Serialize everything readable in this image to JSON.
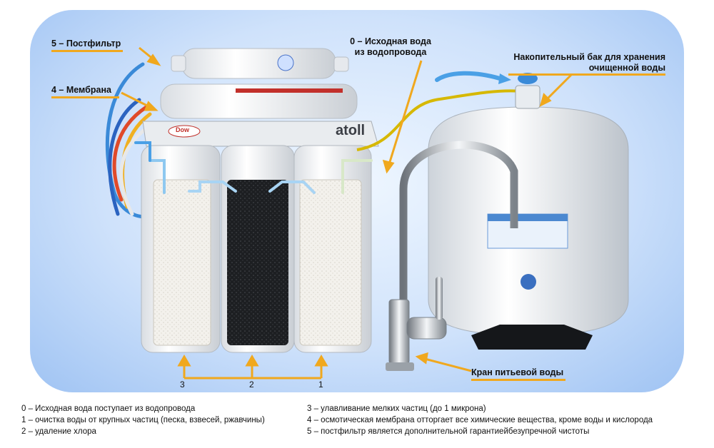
{
  "labels": {
    "postfilter": "5 – Постфильтр",
    "membrane": "4 – Мембрана",
    "source_line1": "0 – Исходная вода",
    "source_line2": "из водопровода",
    "tank_line1": "Накопительный бак для хранения",
    "tank_line2": "очищенной воды",
    "faucet": "Кран питьевой воды",
    "brand": "atoll",
    "dow": "Dow",
    "filter_numbers": [
      "3",
      "2",
      "1"
    ]
  },
  "legend": {
    "left": [
      "0 – Исходная вода поступает из водопровода",
      "1 – очистка воды от крупных частиц (песка, взвесей, ржавчины)",
      "2 – удаление хлора"
    ],
    "right": [
      "3 – улавливание мелких частиц (до 1 микрона)",
      "4 – осмотическая мембрана отторгает все химические вещества, кроме воды и кислорода",
      "5 – постфильтр является дополнительной гарантиейбезупречной чистоты"
    ]
  },
  "colors": {
    "accent_arrow": "#f0a81e",
    "water_arrow": "#3a9be0",
    "background_panel": "#cfe2fb"
  }
}
